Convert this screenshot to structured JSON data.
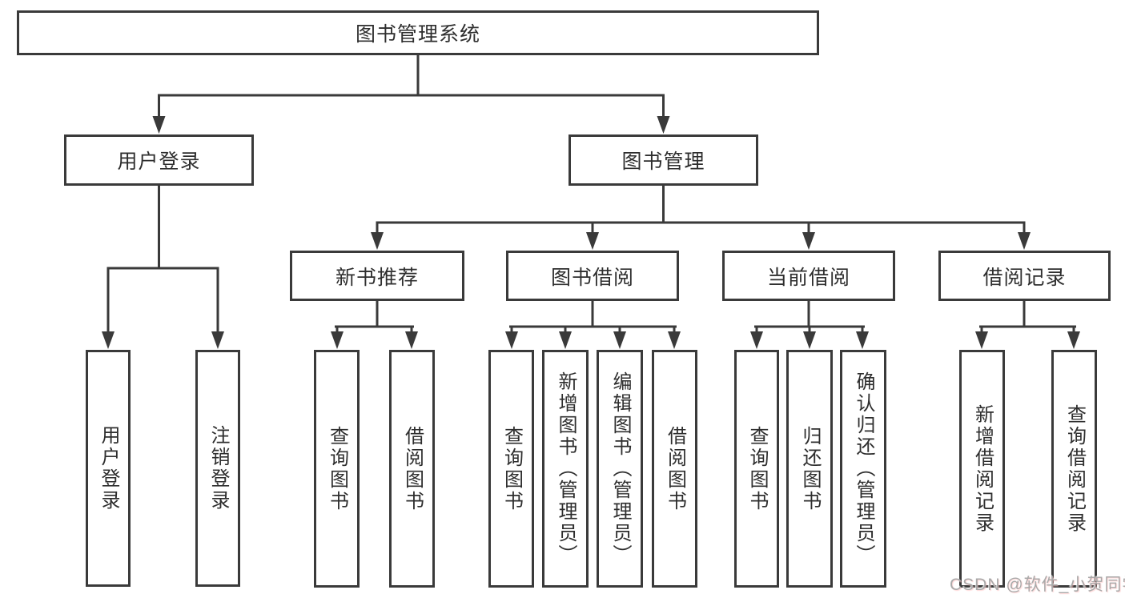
{
  "diagram": {
    "root": {
      "label": "图书管理系统"
    },
    "user_login": {
      "label": "用户登录",
      "children": [
        {
          "label": "用户登录"
        },
        {
          "label": "注销登录"
        }
      ]
    },
    "book_management": {
      "label": "图书管理",
      "children": [
        {
          "label": "新书推荐",
          "children": [
            {
              "label": "查询图书"
            },
            {
              "label": "借阅图书"
            }
          ]
        },
        {
          "label": "图书借阅",
          "children": [
            {
              "label": "查询图书"
            },
            {
              "label": "新增图书（管理员）"
            },
            {
              "label": "编辑图书（管理员）"
            },
            {
              "label": "借阅图书"
            }
          ]
        },
        {
          "label": "当前借阅",
          "children": [
            {
              "label": "查询图书"
            },
            {
              "label": "归还图书"
            },
            {
              "label": "确认归还（管理员）"
            }
          ]
        },
        {
          "label": "借阅记录",
          "children": [
            {
              "label": "新增借阅记录"
            },
            {
              "label": "查询借阅记录"
            }
          ]
        }
      ]
    }
  },
  "watermark": {
    "text": "CSDN @软件_小贺同学"
  },
  "colors": {
    "line": "#3a3a3a",
    "text": "#2e2e2e",
    "background": "#ffffff",
    "watermark": "#a9a9a9"
  }
}
